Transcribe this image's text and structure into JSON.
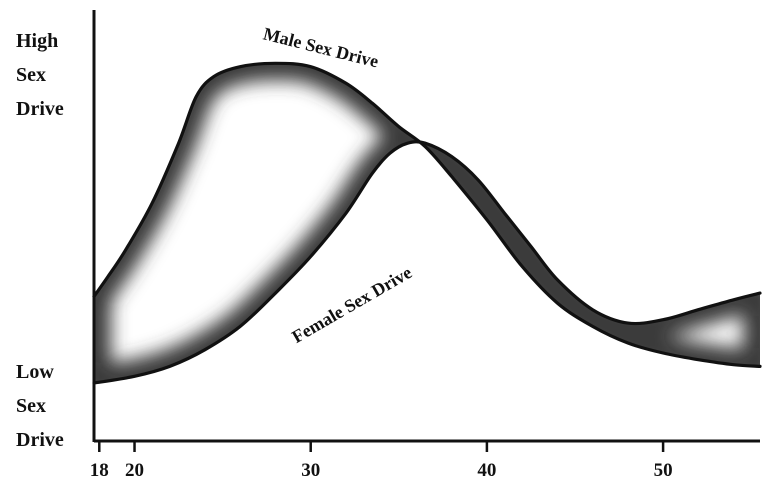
{
  "chart_data": {
    "type": "line",
    "x_ticks": [
      18,
      20,
      30,
      40,
      50
    ],
    "xlim": [
      17.7,
      55.5
    ],
    "ylim": [
      0,
      1
    ],
    "y_axis_labels": {
      "high": [
        "High",
        "Sex",
        "Drive"
      ],
      "low": [
        "Low",
        "Sex",
        "Drive"
      ]
    },
    "grid": false,
    "series": [
      {
        "name": "Male Sex Drive",
        "color": "#111111",
        "points": [
          [
            17.7,
            0.26
          ],
          [
            18.5,
            0.32
          ],
          [
            19.5,
            0.4
          ],
          [
            21.0,
            0.54
          ],
          [
            22.5,
            0.72
          ],
          [
            23.5,
            0.86
          ],
          [
            24.5,
            0.92
          ],
          [
            26.0,
            0.95
          ],
          [
            28.0,
            0.96
          ],
          [
            30.0,
            0.95
          ],
          [
            32.0,
            0.9
          ],
          [
            33.5,
            0.84
          ],
          [
            35.0,
            0.77
          ],
          [
            36.5,
            0.71
          ],
          [
            38.0,
            0.62
          ],
          [
            40.0,
            0.49
          ],
          [
            42.0,
            0.35
          ],
          [
            44.0,
            0.24
          ],
          [
            46.0,
            0.17
          ],
          [
            48.0,
            0.12
          ],
          [
            50.0,
            0.09
          ],
          [
            52.0,
            0.07
          ],
          [
            54.0,
            0.055
          ],
          [
            55.5,
            0.05
          ]
        ]
      },
      {
        "name": "Female Sex Drive",
        "color": "#111111",
        "points": [
          [
            17.7,
            0.0
          ],
          [
            20.0,
            0.02
          ],
          [
            22.0,
            0.05
          ],
          [
            24.0,
            0.1
          ],
          [
            26.0,
            0.17
          ],
          [
            28.0,
            0.27
          ],
          [
            30.0,
            0.38
          ],
          [
            32.0,
            0.51
          ],
          [
            33.5,
            0.63
          ],
          [
            34.5,
            0.69
          ],
          [
            35.5,
            0.72
          ],
          [
            36.5,
            0.72
          ],
          [
            38.0,
            0.68
          ],
          [
            39.5,
            0.61
          ],
          [
            41.0,
            0.51
          ],
          [
            42.5,
            0.41
          ],
          [
            44.0,
            0.31
          ],
          [
            46.0,
            0.22
          ],
          [
            48.0,
            0.18
          ],
          [
            50.0,
            0.19
          ],
          [
            52.0,
            0.22
          ],
          [
            54.0,
            0.25
          ],
          [
            55.5,
            0.27
          ]
        ]
      }
    ],
    "annotations": [
      {
        "text": "Male Sex Drive",
        "x": 30.5,
        "y": 0.99,
        "angle": 14
      },
      {
        "text": "Female Sex Drive",
        "x": 32.5,
        "y": 0.22,
        "angle": -30
      }
    ],
    "shading_color": "#3a3a3a"
  }
}
